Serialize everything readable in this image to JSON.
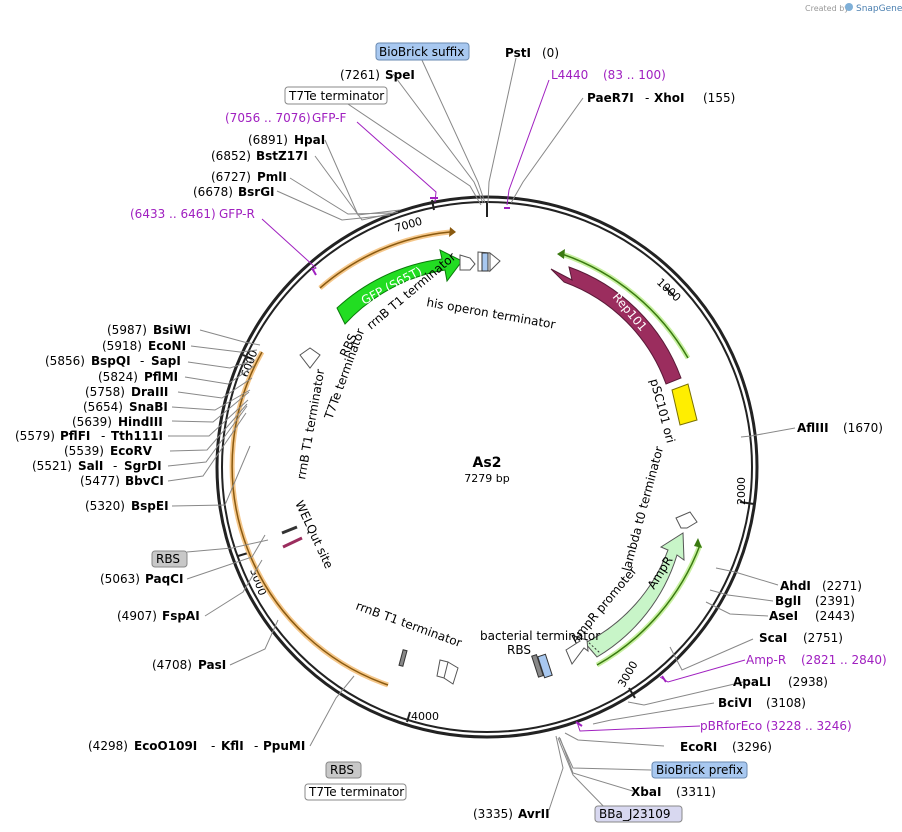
{
  "credit": "Created by",
  "brand": "SnapGene",
  "plasmid": {
    "name": "As2",
    "length": "7279 bp"
  },
  "ticks": [
    "1000",
    "2000",
    "3000",
    "4000",
    "5000",
    "6000",
    "7000"
  ],
  "features": {
    "gfp": "GFP (S65T)",
    "rep": "Rep101",
    "psc": "pSC101 ori",
    "ampr": "AmpR",
    "ampr_promoter": "AmpR promoter",
    "lambda": "lambda t0 terminator",
    "bacterial": "bacterial terminator",
    "rbs_lower": "RBS",
    "rrnb_bottom": "rrnB T1 terminator",
    "welqut": "WELQut site",
    "rrnb_left": "rrnB T1 terminator",
    "t7te_inner": "T7Te terminator",
    "rbs_inner": "RBS",
    "rrnb_top": "rrnB T1 terminator",
    "his": "his operon terminator"
  },
  "boxes": {
    "biobrick_suffix": "BioBrick suffix",
    "t7te_top": "T7Te terminator",
    "rbs_left": "RBS",
    "rbs_bottom": "RBS",
    "t7te_bottom": "T7Te terminator",
    "biobrick_prefix": "BioBrick prefix",
    "bba": "BBa_J23109"
  },
  "sites": {
    "psti_name": "PstI",
    "psti_pos": "(0)",
    "l4440_name": "L4440",
    "l4440_pos": "(83 .. 100)",
    "paer7i_name": "PaeR7I",
    "xhoi_name": "XhoI",
    "xhoi_pos": "(155)",
    "spei_pos": "(7261)",
    "spei_name": "SpeI",
    "gfpf_pos": "(7056 .. 7076)",
    "gfpf_name": "GFP-F",
    "hpai_pos": "(6891)",
    "hpai_name": "HpaI",
    "bstz17i_pos": "(6852)",
    "bstz17i_name": "BstZ17I",
    "pmli_pos": "(6727)",
    "pmli_name": "PmlI",
    "bsrgi_pos": "(6678)",
    "bsrgi_name": "BsrGI",
    "gfpr_pos": "(6433 .. 6461)",
    "gfpr_name": "GFP-R",
    "bsiwi_pos": "(5987)",
    "bsiwi_name": "BsiWI",
    "econi_pos": "(5918)",
    "econi_name": "EcoNI",
    "bspqi_pos": "(5856)",
    "bspqi_name": "BspQI",
    "sapi_name": "SapI",
    "pflmi_pos": "(5824)",
    "pflmi_name": "PflMI",
    "draiii_pos": "(5758)",
    "draiii_name": "DraIII",
    "snabi_pos": "(5654)",
    "snabi_name": "SnaBI",
    "hindiii_pos": "(5639)",
    "hindiii_name": "HindIII",
    "pflfi_pos": "(5579)",
    "pflfi_name": "PflFI",
    "tth111i_name": "Tth111I",
    "ecorv_pos": "(5539)",
    "ecorv_name": "EcoRV",
    "sali_pos": "(5521)",
    "sali_name": "SalI",
    "sgrdi_name": "SgrDI",
    "bbvci_pos": "(5477)",
    "bbvci_name": "BbvCI",
    "bspei_pos": "(5320)",
    "bspei_name": "BspEI",
    "paqci_pos": "(5063)",
    "paqci_name": "PaqCI",
    "fspai_pos": "(4907)",
    "fspai_name": "FspAI",
    "pasi_pos": "(4708)",
    "pasi_name": "PasI",
    "eco_pos": "(4298)",
    "eco_name": "EcoO109I",
    "kfli_name": "KflI",
    "ppumi_name": "PpuMI",
    "avrii_pos": "(3335)",
    "avrii_name": "AvrII",
    "afliii_name": "AflIII",
    "afliii_pos": "(1670)",
    "ahdi_name": "AhdI",
    "ahdi_pos": "(2271)",
    "bgli_name": "BglI",
    "bgli_pos": "(2391)",
    "asei_name": "AseI",
    "asei_pos": "(2443)",
    "scai_name": "ScaI",
    "scai_pos": "(2751)",
    "ampr_primer_name": "Amp-R",
    "ampr_primer_pos": "(2821 .. 2840)",
    "apali_name": "ApaLI",
    "apali_pos": "(2938)",
    "bcivi_name": "BciVI",
    "bcivi_pos": "(3108)",
    "pbr_name": "pBRforEco",
    "pbr_pos": "(3228 .. 3246)",
    "ecori_name": "EcoRI",
    "ecori_pos": "(3296)",
    "xbai_name": "XbaI",
    "xbai_pos": "(3311)"
  },
  "colors": {
    "gfp": "#22dd22",
    "rep": "#9b2d5e",
    "ori": "#ffee00",
    "ampr": "#c8f5c8",
    "primer": "#a020c0",
    "orange_arc": "#f5c78a",
    "green_arc": "#4a9a1e",
    "biobrick": "#a8c8f0",
    "rbs_box": "#c8c8c8",
    "bba_box": "#d8d8f0"
  }
}
